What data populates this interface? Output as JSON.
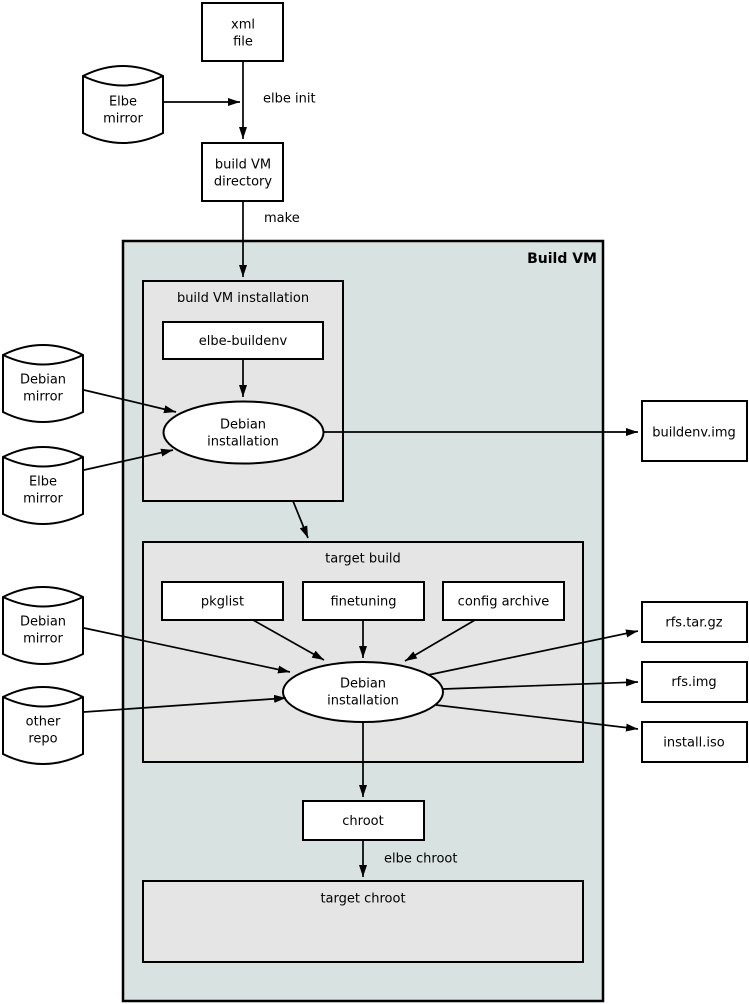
{
  "diagram": {
    "build_vm_label": "Build VM",
    "colors": {
      "vm_fill": "#d8e2e1",
      "cluster_fill": "#e5e5e5",
      "node_fill": "#ffffff",
      "line": "#000000"
    },
    "nodes": {
      "xml_file": {
        "line1": "xml",
        "line2": "file"
      },
      "elbe_mirror_top": {
        "line1": "Elbe",
        "line2": "mirror"
      },
      "build_vm_directory": {
        "line1": "build VM",
        "line2": "directory"
      },
      "build_vm_installation": {
        "label": "build VM installation"
      },
      "elbe_buildenv": {
        "label": "elbe-buildenv"
      },
      "debian_installation_buildenv": {
        "line1": "Debian",
        "line2": "installation"
      },
      "debian_mirror_upper": {
        "line1": "Debian",
        "line2": "mirror"
      },
      "elbe_mirror_left": {
        "line1": "Elbe",
        "line2": "mirror"
      },
      "buildenv_img": {
        "label": "buildenv.img"
      },
      "target_build": {
        "label": "target build"
      },
      "pkglist": {
        "label": "pkglist"
      },
      "finetuning": {
        "label": "finetuning"
      },
      "config_archive": {
        "label": "config archive"
      },
      "debian_installation_target": {
        "line1": "Debian",
        "line2": "installation"
      },
      "debian_mirror_lower": {
        "line1": "Debian",
        "line2": "mirror"
      },
      "other_repo": {
        "line1": "other",
        "line2": "repo"
      },
      "rfs_tar_gz": {
        "label": "rfs.tar.gz"
      },
      "rfs_img": {
        "label": "rfs.img"
      },
      "install_iso": {
        "label": "install.iso"
      },
      "chroot": {
        "label": "chroot"
      },
      "target_chroot": {
        "label": "target chroot"
      }
    },
    "edge_labels": {
      "elbe_init": "elbe init",
      "make": "make",
      "elbe_chroot": "elbe chroot"
    }
  }
}
